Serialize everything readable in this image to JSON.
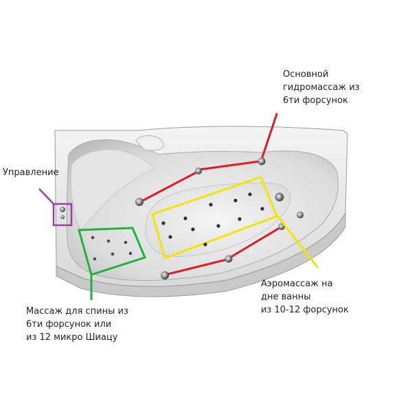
{
  "labels": {
    "main_hydromassage": [
      "Основной",
      "гидромассаж из",
      "6ти форсунок"
    ],
    "control": [
      "Управление"
    ],
    "aeromassage": [
      "Аэромассаж на",
      "дне ванны",
      "из 10-12 форсунок"
    ],
    "back_massage": [
      "Массаж для спины из",
      "6ти форсунок или",
      "из 12 микро Шиацу"
    ]
  },
  "colors": {
    "hydromassage_line": "#e01b22",
    "aeromassage_line": "#f2e600",
    "back_massage_line": "#1fb23a",
    "control_line": "#9b3fa5",
    "bathtub": "#e9e9e9"
  }
}
